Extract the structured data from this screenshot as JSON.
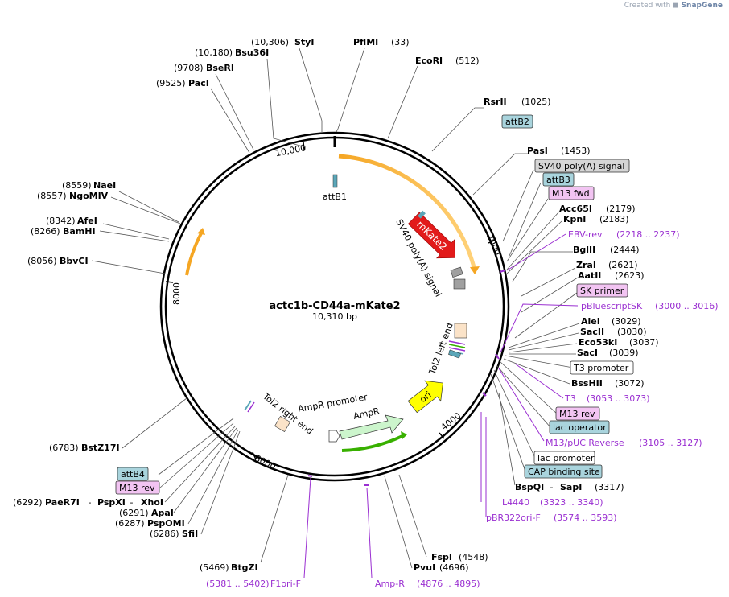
{
  "credit": {
    "prefix": "Created with",
    "brand": "SnapGene"
  },
  "plasmid": {
    "name": "actc1b-CD44a-mKate2",
    "size": "10,310 bp"
  },
  "ticks": [
    "10,000",
    "2000",
    "4000",
    "6000",
    "8000"
  ],
  "features": {
    "attB1": "attB1",
    "mKate2": "mKate2",
    "sv40_inner": "SV40 poly(A) signal",
    "tol2_left": "Tol2 left end",
    "ori": "ori",
    "ampr": "AmpR",
    "ampr_promoter": "AmpR promoter",
    "tol2_right": "Tol2 right end"
  },
  "sites": [
    {
      "pos": "(10,306)",
      "name": "StyI"
    },
    {
      "pos": "(10,180)",
      "name": "Bsu36I"
    },
    {
      "pos": "(9708)",
      "name": "BseRI"
    },
    {
      "pos": "(9525)",
      "name": "PacI"
    },
    {
      "pos": "(33)",
      "name": "PflMI"
    },
    {
      "pos": "(512)",
      "name": "EcoRI"
    },
    {
      "pos": "(1025)",
      "name": "RsrII"
    },
    {
      "pos": "(1453)",
      "name": "PasI"
    },
    {
      "pos": "(2179)",
      "name": "Acc65I"
    },
    {
      "pos": "(2183)",
      "name": "KpnI"
    },
    {
      "pos": "(2444)",
      "name": "BglII"
    },
    {
      "pos": "(2621)",
      "name": "ZraI"
    },
    {
      "pos": "(2623)",
      "name": "AatII"
    },
    {
      "pos": "(3029)",
      "name": "AleI"
    },
    {
      "pos": "(3030)",
      "name": "SacII"
    },
    {
      "pos": "(3037)",
      "name": "Eco53kI"
    },
    {
      "pos": "(3039)",
      "name": "SacI"
    },
    {
      "pos": "(3072)",
      "name": "BssHII"
    },
    {
      "pos": "(8559)",
      "name": "NaeI"
    },
    {
      "pos": "(8557)",
      "name": "NgoMIV"
    },
    {
      "pos": "(8342)",
      "name": "AfeI"
    },
    {
      "pos": "(8266)",
      "name": "BamHI"
    },
    {
      "pos": "(8056)",
      "name": "BbvCI"
    },
    {
      "pos": "(6783)",
      "name": "BstZ17I"
    },
    {
      "pos": "(6291)",
      "name": "ApaI"
    },
    {
      "pos": "(6287)",
      "name": "PspOMI"
    },
    {
      "pos": "(6286)",
      "name": "SfiI"
    },
    {
      "pos": "(5469)",
      "name": "BtgZI"
    },
    {
      "pos": "(4696)",
      "name": "PvuI"
    },
    {
      "pos": "(4548)",
      "name": "FspI"
    }
  ],
  "multi_site": {
    "pos": "(6292)",
    "name1": "PaeR7I",
    "sep1": " - ",
    "name2": "PspXI",
    "sep2": " - ",
    "name3": "XhoI"
  },
  "bspqi": {
    "name1": "BspQI",
    "sep": " - ",
    "name2": "SapI",
    "pos": "(3317)"
  },
  "badges": {
    "attB2": "attB2",
    "sv40": "SV40 poly(A) signal",
    "attB3": "attB3",
    "m13fwd": "M13 fwd",
    "skprimer": "SK primer",
    "t3promoter": "T3 promoter",
    "m13rev_r": "M13 rev",
    "lacop": "lac operator",
    "lacprom": "lac promoter",
    "cap": "CAP binding site",
    "attB4": "attB4",
    "m13rev_l": "M13 rev"
  },
  "primers": {
    "ebv": {
      "name": "EBV-rev",
      "range": "(2218 .. 2237)"
    },
    "pbs": {
      "name": "pBluescriptSK",
      "range": "(3000 .. 3016)"
    },
    "t3": {
      "name": "T3",
      "range": "(3053 .. 3073)"
    },
    "m13puc": {
      "name": "M13/pUC Reverse",
      "range": "(3105 .. 3127)"
    },
    "l4440": {
      "name": "L4440",
      "range": "(3323 .. 3340)"
    },
    "pbr": {
      "name": "pBR322ori-F",
      "range": "(3574 .. 3593)"
    },
    "ampr": {
      "name": "Amp-R",
      "range": "(4876 .. 4895)"
    },
    "f1ori": {
      "name": "F1ori-F",
      "range": "(5381 .. 5402)"
    }
  },
  "colors": {
    "backbone": "#000000",
    "mkate2": "#e21a1a",
    "ori": "#ffff00",
    "ampr": "#ccf5cc",
    "orange_arc": "#f5a623",
    "green_arc": "#38b000",
    "badge_blue": "#a9d4dd",
    "badge_gray": "#d6d6d6",
    "badge_pink": "#f2c4f2",
    "badge_white": "#ffffff",
    "primer": "#9a2fd1"
  }
}
